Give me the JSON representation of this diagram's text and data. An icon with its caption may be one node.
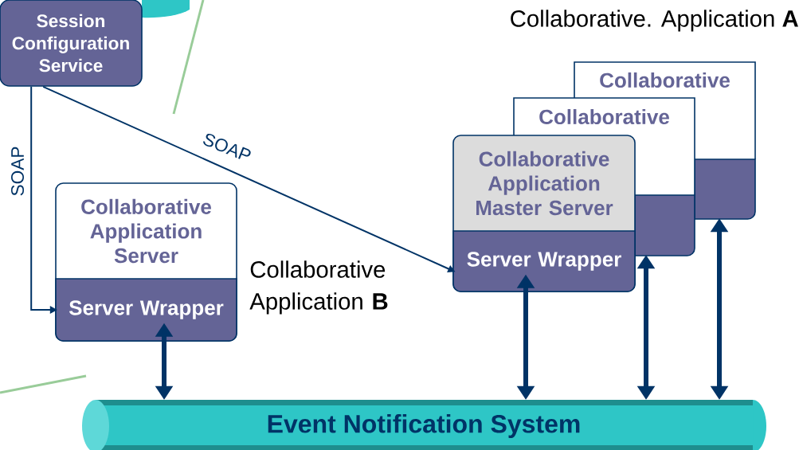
{
  "diagram": {
    "nodes": [
      {
        "text": [
          "Session Configuration Service"
        ]
      },
      {
        "text": [
          "Collaborative Application Server"
        ]
      },
      {
        "text": [
          "Server Wrapper"
        ],
        "in": 1
      },
      {
        "text": [
          "Collaborative"
        ]
      },
      {
        "text": [],
        "shape": "box"
      },
      {
        "text": [
          "Collaborative"
        ]
      },
      {
        "text": [],
        "shape": "box"
      },
      {
        "text": [
          "Collaborative Application Master Server"
        ]
      },
      {
        "text": [
          "Server Wrapper"
        ],
        "in": 7
      },
      {
        "text": [
          "Event Notification System"
        ]
      }
    ],
    "edges": [
      {
        "from": 0,
        "to": 2,
        "arrow": "to",
        "label": "SOAP"
      },
      {
        "from": 0,
        "to": 8,
        "arrow": "to",
        "label": "SOAP"
      },
      {
        "from": 2,
        "to": 9,
        "arrow": "both"
      },
      {
        "from": 8,
        "to": 9,
        "arrow": "both"
      },
      {
        "from": 6,
        "to": 9,
        "arrow": "both"
      },
      {
        "from": 4,
        "to": 9,
        "arrow": "both"
      }
    ],
    "labels": [
      "Collaborative. Application **A**",
      "Collaborative Application **B**"
    ]
  }
}
